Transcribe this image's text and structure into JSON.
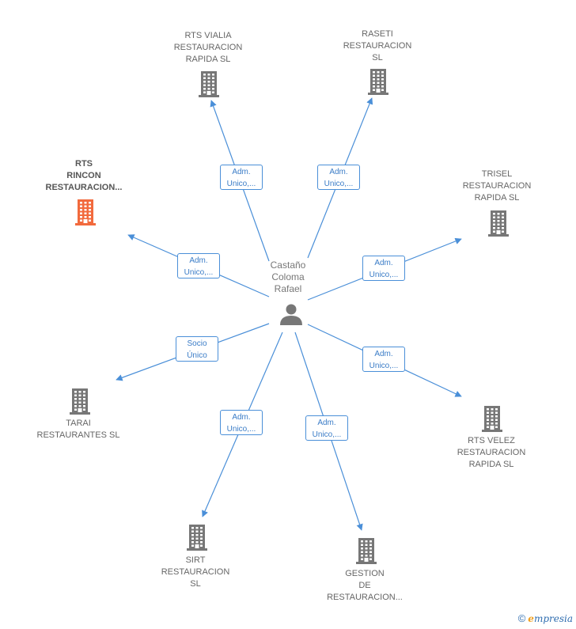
{
  "center": {
    "lines": [
      "Castaño",
      "Coloma",
      "Rafael"
    ],
    "icon": "person-icon"
  },
  "nodes": [
    {
      "id": "rts-vialia",
      "lines": [
        "RTS VIALIA",
        "RESTAURACION",
        "RAPIDA  SL"
      ],
      "icon": "building-icon",
      "highlight": false
    },
    {
      "id": "raseti",
      "lines": [
        "RASETI",
        "RESTAURACION",
        "SL"
      ],
      "icon": "building-icon",
      "highlight": false
    },
    {
      "id": "trisel",
      "lines": [
        "TRISEL",
        "RESTAURACION",
        "RAPIDA  SL"
      ],
      "icon": "building-icon",
      "highlight": false
    },
    {
      "id": "rts-velez",
      "lines": [
        "RTS VELEZ",
        "RESTAURACION",
        "RAPIDA  SL"
      ],
      "icon": "building-icon",
      "highlight": false
    },
    {
      "id": "gestion",
      "lines": [
        "GESTION",
        "DE",
        "RESTAURACION..."
      ],
      "icon": "building-icon",
      "highlight": false
    },
    {
      "id": "sirt",
      "lines": [
        "SIRT",
        "RESTAURACION",
        "SL"
      ],
      "icon": "building-icon",
      "highlight": false
    },
    {
      "id": "tarai",
      "lines": [
        "TARAI",
        "RESTAURANTES SL"
      ],
      "icon": "building-icon",
      "highlight": false
    },
    {
      "id": "rts-rincon",
      "lines": [
        "RTS",
        "RINCON",
        "RESTAURACION..."
      ],
      "icon": "building-icon",
      "highlight": true
    }
  ],
  "edges": [
    {
      "to": "rts-vialia",
      "lines": [
        "Adm.",
        "Unico,..."
      ]
    },
    {
      "to": "raseti",
      "lines": [
        "Adm.",
        "Unico,..."
      ]
    },
    {
      "to": "trisel",
      "lines": [
        "Adm.",
        "Unico,..."
      ]
    },
    {
      "to": "rts-velez",
      "lines": [
        "Adm.",
        "Unico,..."
      ]
    },
    {
      "to": "gestion",
      "lines": [
        "Adm.",
        "Unico,..."
      ]
    },
    {
      "to": "sirt",
      "lines": [
        "Adm.",
        "Unico,..."
      ]
    },
    {
      "to": "tarai",
      "lines": [
        "Socio",
        "Único"
      ]
    },
    {
      "to": "rts-rincon",
      "lines": [
        "Adm.",
        "Unico,..."
      ]
    }
  ],
  "colors": {
    "edge": "#4a8fd8",
    "building": "#777777",
    "building_highlight": "#f26a3d",
    "person": "#777777"
  },
  "footer": {
    "copyright": "©",
    "brand_initial": "e",
    "brand_rest": "mpresia"
  }
}
